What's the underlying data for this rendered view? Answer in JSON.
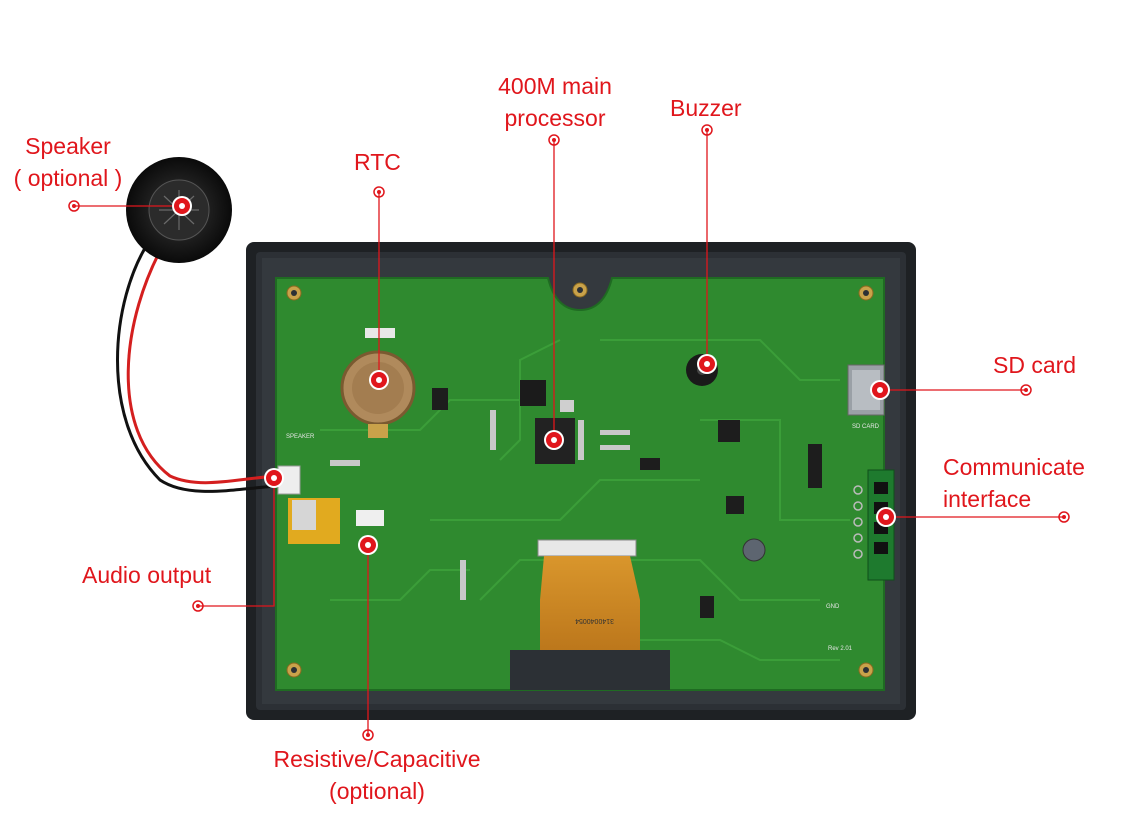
{
  "colors": {
    "accent": "#e0161c",
    "pcb": "#2f8a2f",
    "housing": "#26292d"
  },
  "callouts": {
    "speaker": {
      "line1": "Speaker",
      "line2": "( optional )"
    },
    "rtc": "RTC",
    "processor": {
      "line1": "400M main",
      "line2": "processor"
    },
    "buzzer": "Buzzer",
    "sd_card": "SD card",
    "communicate": {
      "line1": "Communicate",
      "line2": "interface"
    },
    "audio_output": "Audio output",
    "touch": {
      "line1": "Resistive/Capacitive",
      "line2": "(optional)"
    }
  },
  "board": {
    "rev": "Rev 2.01",
    "silkscreen": [
      "SPEAKER",
      "SD CARD",
      "GND",
      "3140040054"
    ]
  }
}
